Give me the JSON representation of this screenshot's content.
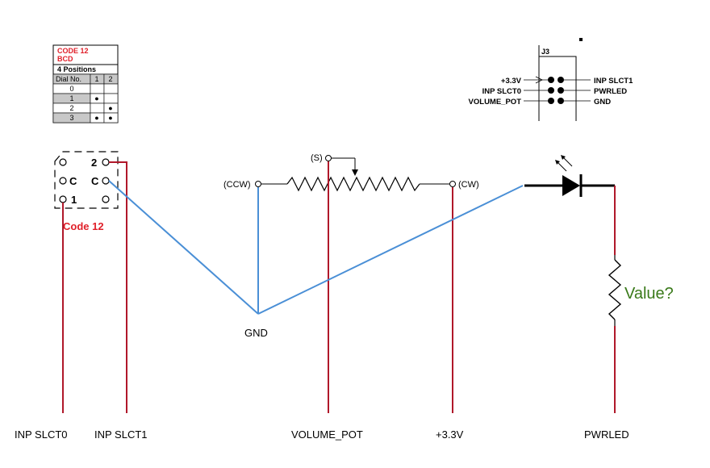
{
  "dial_table": {
    "line1": "CODE 12",
    "line2": "BCD",
    "line3": "4 Positions",
    "col_headers": [
      "Dial No.",
      "1",
      "2"
    ],
    "rows": [
      {
        "dial": "0",
        "c1": "",
        "c2": ""
      },
      {
        "dial": "1",
        "c1": "●",
        "c2": ""
      },
      {
        "dial": "2",
        "c1": "",
        "c2": "●"
      },
      {
        "dial": "3",
        "c1": "●",
        "c2": "●"
      }
    ]
  },
  "switch": {
    "pin_2": "2",
    "pin_c_left": "C",
    "pin_c_right": "C",
    "pin_1": "1",
    "caption": "Code 12"
  },
  "pot": {
    "label_s": "(S)",
    "label_ccw": "(CCW)",
    "label_cw": "(CW)"
  },
  "gnd_label": "GND",
  "resistor_value": "Value?",
  "connector": {
    "ref": "J3",
    "left_labels": [
      "+3.3V",
      "INP SLCT0",
      "VOLUME_POT"
    ],
    "right_labels": [
      "INP SLCT1",
      "PWRLED",
      "GND"
    ]
  },
  "nets": [
    "INP SLCT0",
    "INP SLCT1",
    "VOLUME_POT",
    "+3.3V",
    "PWRLED"
  ],
  "colors": {
    "red_wire": "#b0182a",
    "blue_wire": "#4a8fd6",
    "label_red": "#e0202a",
    "value_green": "#3a7a1a",
    "ink": "#000000",
    "table_gray": "#c8c8c8"
  }
}
